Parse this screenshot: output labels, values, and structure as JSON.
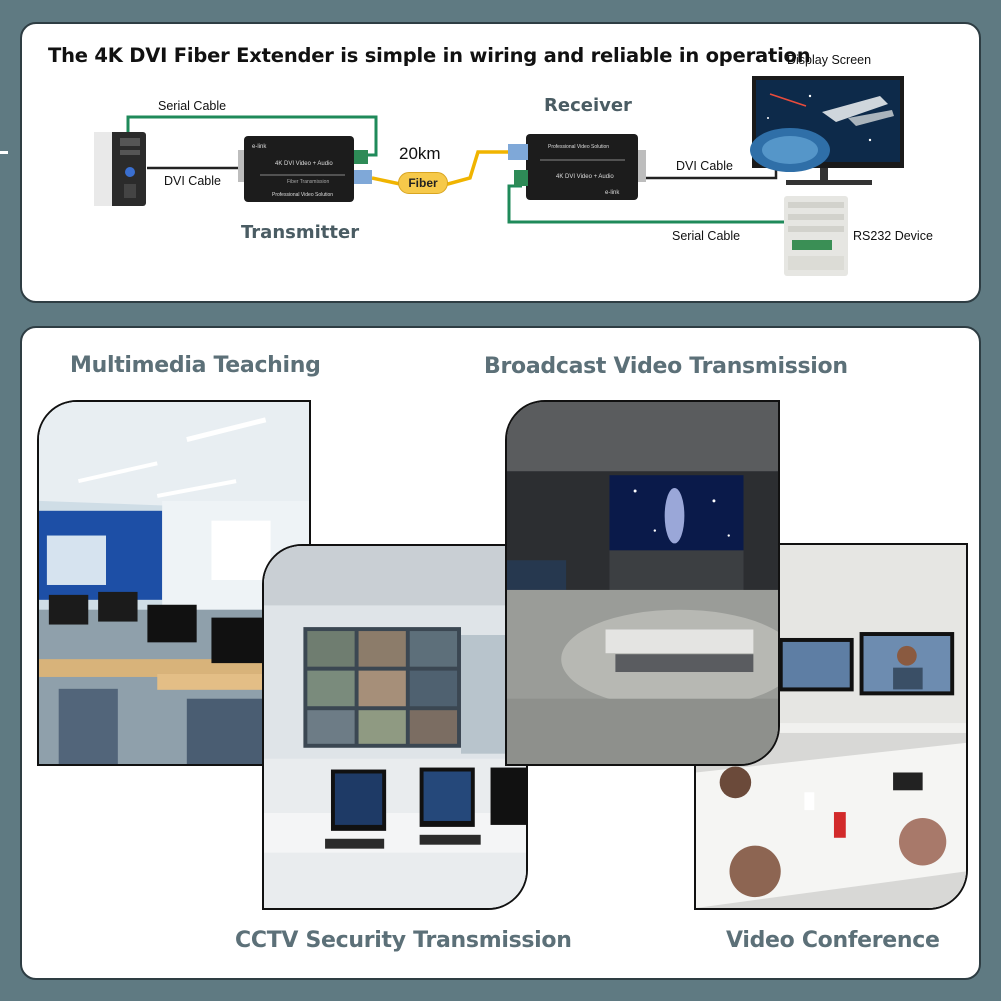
{
  "diagram": {
    "headline": "The 4K DVI Fiber Extender is simple in wiring and reliable in operation",
    "serial_cable_top": "Serial Cable",
    "dvi_cable_left": "DVI Cable",
    "transmitter_label": "Transmitter",
    "distance": "20km",
    "fiber_label": "Fiber",
    "receiver_label": "Receiver",
    "display_label": "Display Screen",
    "dvi_cable_right": "DVI Cable",
    "serial_cable_bottom": "Serial Cable",
    "rs232_label": "RS232 Device",
    "device_text_brand": "e-link",
    "device_text_model": "4K DVI Video + Audio",
    "device_text_sub": "Fiber Transmission",
    "device_text_footer": "Professional Video Solution",
    "colors": {
      "serial_cable": "#1f8a5a",
      "dvi_cable": "#222222",
      "fiber": "#f0b400"
    }
  },
  "scenes": {
    "multimedia": "Multimedia Teaching",
    "broadcast": "Broadcast Video Transmission",
    "cctv": "CCTV Security Transmission",
    "conference": "Video Conference"
  }
}
